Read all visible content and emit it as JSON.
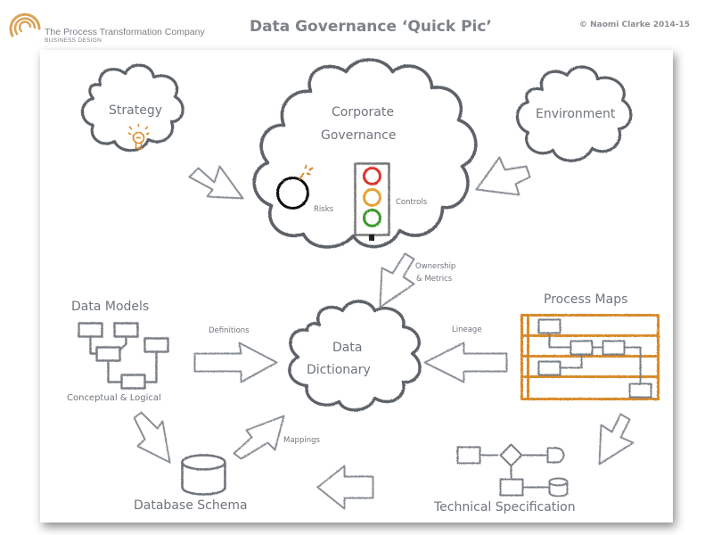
{
  "header": {
    "company_name": "The Process Transformation Company",
    "company_tagline": "BUSINESS DESIGN",
    "title": "Data Governance ‘Quick Pic’",
    "copyright": "© Naomi Clarke 2014-15"
  },
  "nodes": {
    "strategy": {
      "label": "Strategy",
      "icon": "lightbulb-icon"
    },
    "corporate_governance": {
      "label_line1": "Corporate",
      "label_line2": "Governance",
      "risks_label": "Risks",
      "controls_label": "Controls"
    },
    "environment": {
      "label": "Environment"
    },
    "data_models": {
      "title": "Data Models",
      "caption": "Conceptual & Logical"
    },
    "data_dictionary": {
      "label_line1": "Data",
      "label_line2": "Dictionary"
    },
    "process_maps": {
      "title": "Process Maps"
    },
    "database_schema": {
      "title": "Database Schema"
    },
    "technical_specification": {
      "title": "Technical Specification"
    }
  },
  "edges": {
    "ownership_metrics_line1": "Ownership",
    "ownership_metrics_line2": "& Metrics",
    "definitions": "Definitions",
    "lineage": "Lineage",
    "mappings": "Mappings"
  },
  "colors": {
    "ink": "#6f757c",
    "accent_orange": "#d88a2a",
    "traffic_red": "#d9342b",
    "traffic_amber": "#e8a032",
    "traffic_green": "#3a9a2a"
  }
}
